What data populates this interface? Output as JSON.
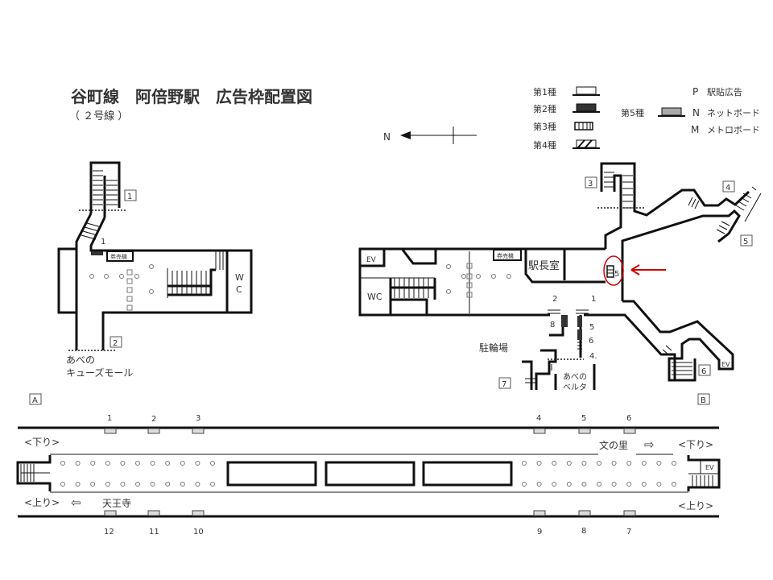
{
  "header": {
    "title": "谷町線　阿倍野駅　広告枠配置図",
    "subtitle": "（ ２号線 ）"
  },
  "compass": {
    "label": "N"
  },
  "legend": {
    "types": [
      {
        "label": "第1種",
        "fill": "#ffffff"
      },
      {
        "label": "第2種",
        "fill": "#333333"
      },
      {
        "label": "第3種",
        "fill": "striped"
      },
      {
        "label": "第4種",
        "fill": "hatched"
      },
      {
        "label": "第5種",
        "fill": "#aaaaaa"
      }
    ],
    "codes": [
      {
        "code": "P",
        "label": "駅貼広告"
      },
      {
        "code": "N",
        "label": "ネットボード"
      },
      {
        "code": "M",
        "label": "メトロボード"
      }
    ]
  },
  "left_station": {
    "exits": [
      "1",
      "2"
    ],
    "ad_number": "1",
    "ticket_machine": "券売機",
    "wc": [
      "W",
      "C"
    ],
    "destination": [
      "あべの",
      "キューズモール"
    ]
  },
  "right_station": {
    "exits": [
      "3",
      "4",
      "5",
      "6",
      "7"
    ],
    "ev": "EV",
    "wc": "WC",
    "ticket_machine": "券売機",
    "station_master": "駅長室",
    "highlighted_ad": "5",
    "highlight_color": "#d40000",
    "stair_numbers": [
      "2",
      "1"
    ],
    "ad_numbers": [
      "8",
      "5",
      "6",
      "4."
    ],
    "bicycle_parking": "駐輪場",
    "destination": [
      "あべの",
      "ベルタ"
    ],
    "ev2": "EV"
  },
  "platform": {
    "section_a": "A",
    "section_b": "B",
    "top_ads": [
      "1",
      "2",
      "3",
      "4",
      "5",
      "6"
    ],
    "bottom_ads": [
      "12",
      "11",
      "10",
      "9",
      "8",
      "7"
    ],
    "down_label": "<下り>",
    "up_label": "<上り>",
    "down_dest": "文の里",
    "up_dest": "天王寺",
    "arrow_left": "⇦",
    "arrow_right": "⇨",
    "ev": "EV"
  }
}
